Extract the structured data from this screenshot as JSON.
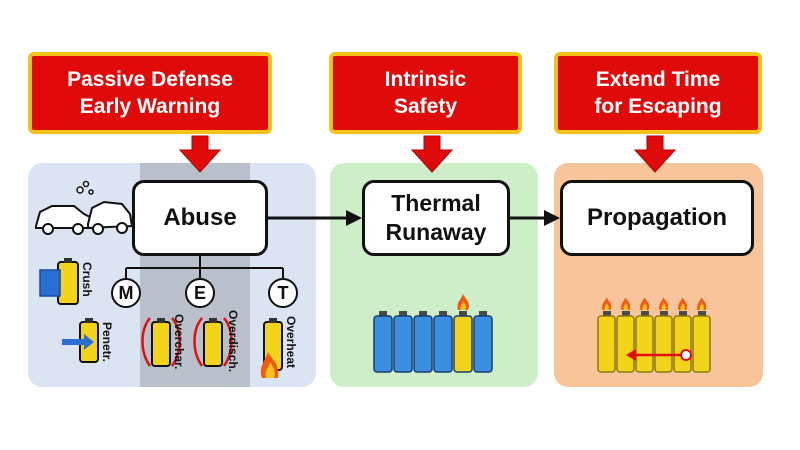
{
  "banners": [
    {
      "line1": "Passive Defense",
      "line2": "Early Warning"
    },
    {
      "line1": "Intrinsic",
      "line2": "Safety"
    },
    {
      "line1": "Extend Time",
      "line2": "for Escaping"
    }
  ],
  "nodes": {
    "abuse": "Abuse",
    "thermal_line1": "Thermal",
    "thermal_line2": "Runaway",
    "propagation": "Propagation"
  },
  "categories": {
    "m": "M",
    "e": "E",
    "t": "T"
  },
  "abuse_labels": {
    "crush": "Crush",
    "penetr": "Penetr.",
    "overchar": "Overchar.",
    "overdisch": "Overdisch.",
    "overheat": "Overheat"
  },
  "colors": {
    "banner_red": "#e10a0a",
    "banner_border": "#f3c31b",
    "panel_blue": "#dbe4f2",
    "panel_gray": "#b9c0cc",
    "panel_green": "#cdeec9",
    "panel_orange": "#f8c49a",
    "cell_blue": "#3a8fe0",
    "cell_yellow": "#f4d41b"
  }
}
